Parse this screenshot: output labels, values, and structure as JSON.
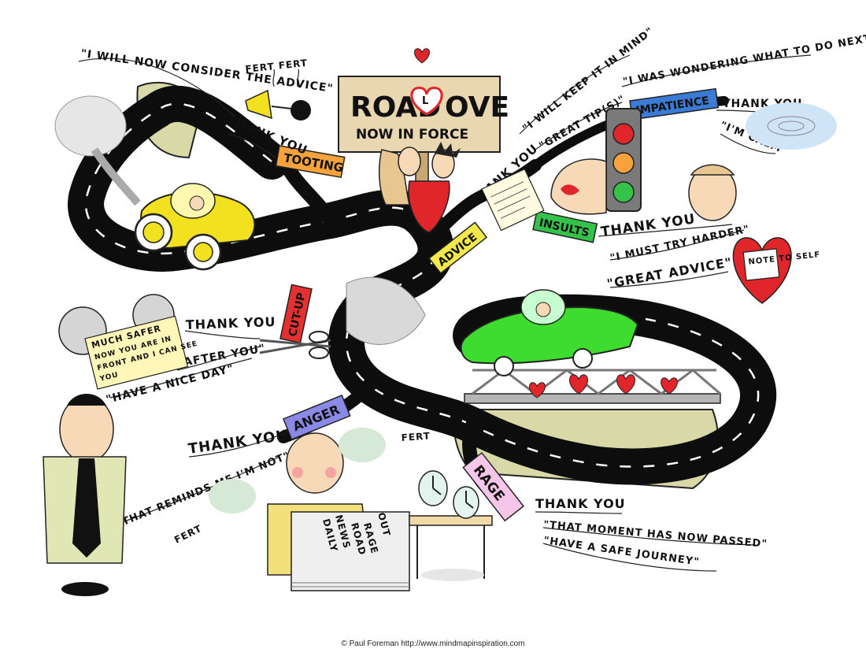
{
  "sign": {
    "line1_left": "ROAD",
    "badge": "L",
    "line1_right": "OVE",
    "line2": "NOW IN FORCE"
  },
  "branches": {
    "tooting": "TOOTING",
    "advice": "ADVICE",
    "impatience": "IMPATIENCE",
    "insults": "INSULTS",
    "cut_up": "CUT-UP",
    "anger": "ANGER",
    "rage": "RAGE"
  },
  "phrases": {
    "consider_advice": "\"I WILL NOW CONSIDER THE ADVICE\"",
    "thank_you_tooting": "THANK YOU",
    "fert_fert": "FERT FERT",
    "keep_in_mind": "\"I WILL KEEP IT IN MIND\"",
    "great_tips": "\"GREAT TIP(S)\"",
    "thank_you_advice": "THANK YOU",
    "wondering": "\"I WAS WONDERING WHAT TO DO NEXT\"",
    "thank_you_impatience": "THANK YOU",
    "im_calm": "\"I'M CALM\"",
    "thank_you_insults": "THANK YOU",
    "try_harder": "\"I MUST TRY HARDER\"",
    "great_advice": "\"GREAT ADVICE\"",
    "note_to_self": "NOTE TO SELF",
    "thank_you_cutup": "THANK YOU",
    "after_you": "\"AFTER YOU\"",
    "nice_day": "\"HAVE A NICE DAY\"",
    "much_safer_1": "MUCH SAFER",
    "much_safer_2": "NOW YOU ARE IN",
    "much_safer_3": "FRONT AND I CAN SEE",
    "much_safer_4": "YOU",
    "thank_you_anger": "THANK YOU",
    "reminds_me": "\"THAT REMINDS ME I'M NOT\"",
    "fert_right": "FERT",
    "fert_left": "FERT",
    "thank_you_rage": "THANK YOU",
    "moment_passed": "\"THAT MOMENT HAS NOW PASSED\"",
    "safe_journey": "\"HAVE A SAFE JOURNEY\""
  },
  "newspaper": {
    "masthead1": "DAILY",
    "masthead2": "NEWS",
    "headline1": "ROAD",
    "headline2": "RAGE",
    "headline3": "OUT"
  },
  "credit": "© Paul Foreman http://www.mindmapinspiration.com",
  "colors": {
    "road": "#0d0d0d",
    "grass": "#d9d9a8",
    "tooting": "#f5a33a",
    "advice": "#f2e84b",
    "impatience": "#3a7bd5",
    "insults": "#35c24a",
    "cut_up": "#e33030",
    "anger": "#8a8ae6",
    "rage": "#f6c6e8",
    "yellow_car": "#f2e11e",
    "green_car": "#3ddc2f",
    "heart": "#e0262b"
  },
  "icons": [
    "heart-icon",
    "traffic-light-icon",
    "horn-icon",
    "scissors-icon",
    "clock-icon",
    "newspaper-icon"
  ]
}
